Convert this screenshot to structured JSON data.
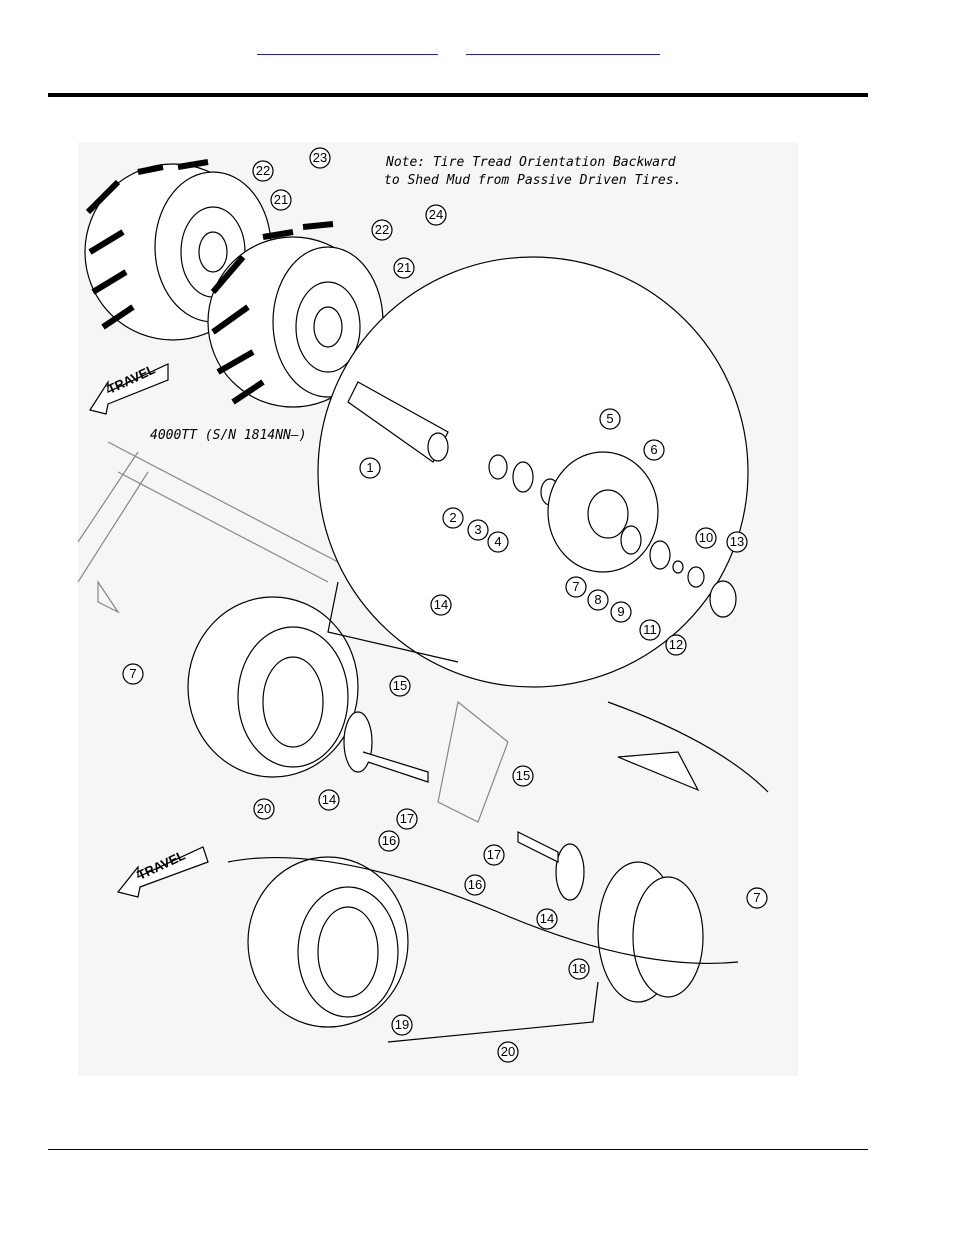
{
  "header": {
    "links": [
      "",
      ""
    ]
  },
  "figure": {
    "note_line1": "Note:  Tire Tread Orientation Backward",
    "note_line2": "to Shed Mud from Passive Driven Tires.",
    "serial_label": "4000TT (S/N 1814NN–)",
    "travel_label": "TRAVEL",
    "callouts": [
      "1",
      "2",
      "3",
      "4",
      "5",
      "6",
      "7",
      "8",
      "9",
      "10",
      "11",
      "12",
      "13",
      "14",
      "7",
      "15",
      "14",
      "17",
      "16",
      "20",
      "15",
      "17",
      "16",
      "14",
      "18",
      "7",
      "19",
      "20",
      "21",
      "22",
      "23",
      "21",
      "22",
      "24"
    ]
  }
}
